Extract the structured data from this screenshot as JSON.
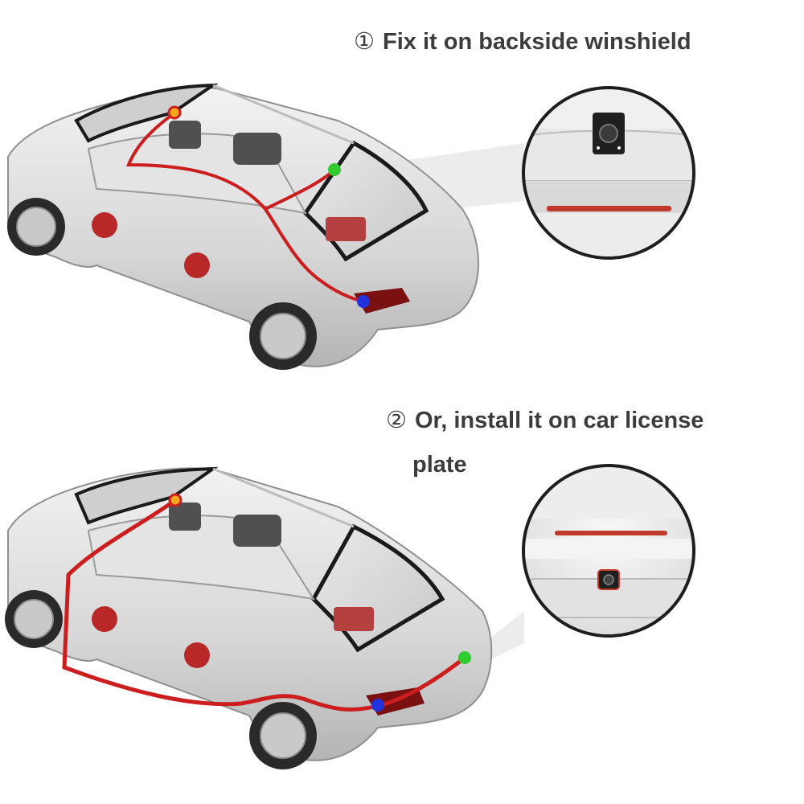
{
  "step1": {
    "marker": "①",
    "text": "Fix it on backside winshield"
  },
  "step2": {
    "marker": "②",
    "text": "Or, install it on car license",
    "text_line2": "plate"
  },
  "colors": {
    "cable": "#cc1e1e",
    "point_power": "#f4a81a",
    "point_camera": "#2ecc2e",
    "point_taillight": "#2233dd",
    "car_body": "#dcdcdc",
    "glass": "#1a1a1a"
  },
  "icons": {
    "zoom_1": "backside-windshield-camera-detail",
    "zoom_2": "license-plate-camera-detail"
  }
}
